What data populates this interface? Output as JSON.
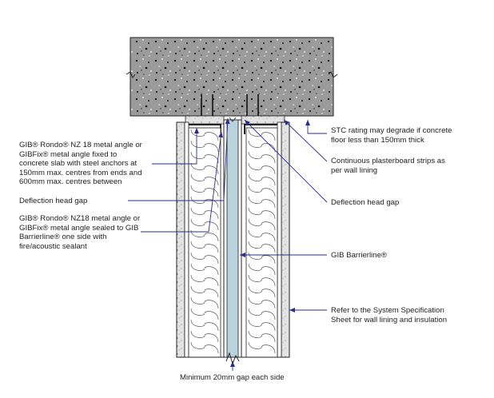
{
  "colors": {
    "concrete": "#9b9b9b",
    "insulation": "#ffffff",
    "barrierline": "#b9d3dd",
    "board": "#d9d9d9",
    "leader": "#2a2f86",
    "line": "#222222"
  },
  "labels": {
    "left_1": "GIB® Rondo® NZ 18 metal angle or\nGIBFix® metal angle fixed to\nconcrete slab with steel anchors at\n150mm max. centres from ends and\n600mm max. centres between",
    "left_2": "Deflection head gap",
    "left_3": "GIB® Rondo® NZ18 metal angle or\nGIBFix® metal angle sealed to GIB\nBarrierline® one side with\nfire/acoustic sealant",
    "right_1": "STC rating may degrade if concrete\nfloor less than 150mm thick",
    "right_2": "Continuous plasterboard strips as\nper wall lining",
    "right_3": "Deflection head gap",
    "right_4": "GIB Barrierline®",
    "right_5": "Refer to the System Specification\nSheet for wall lining and insulation",
    "bottom": "Minimum 20mm gap each side"
  }
}
